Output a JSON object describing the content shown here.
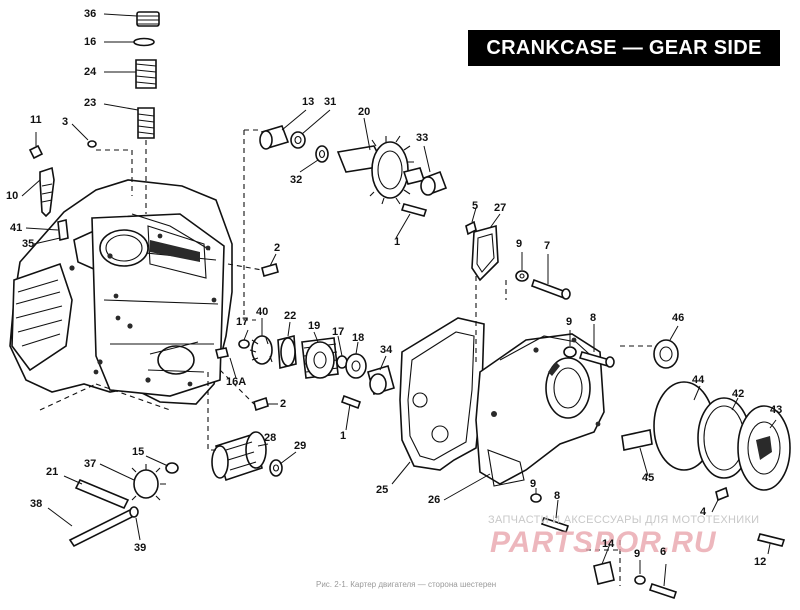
{
  "title": "CRANKCASE — GEAR SIDE",
  "watermark": {
    "subtitle": "ЗАПЧАСТИ И АКСЕССУАРЫ ДЛЯ МОТОТЕХНИКИ",
    "logo": "PARTSPOR.RU"
  },
  "caption": "Рис. 2-1. Картер двигателя — сторона шестерен",
  "callouts": [
    {
      "id": "c36",
      "text": "36"
    },
    {
      "id": "c16",
      "text": "16"
    },
    {
      "id": "c24",
      "text": "24"
    },
    {
      "id": "c23",
      "text": "23"
    },
    {
      "id": "c3",
      "text": "3"
    },
    {
      "id": "c11",
      "text": "11"
    },
    {
      "id": "c10",
      "text": "10"
    },
    {
      "id": "c41",
      "text": "41"
    },
    {
      "id": "c35",
      "text": "35"
    },
    {
      "id": "c13",
      "text": "13"
    },
    {
      "id": "c31",
      "text": "31"
    },
    {
      "id": "c32",
      "text": "32"
    },
    {
      "id": "c20",
      "text": "20"
    },
    {
      "id": "c33",
      "text": "33"
    },
    {
      "id": "c5",
      "text": "5"
    },
    {
      "id": "c27",
      "text": "27"
    },
    {
      "id": "c1a",
      "text": "1"
    },
    {
      "id": "c9a",
      "text": "9"
    },
    {
      "id": "c7",
      "text": "7"
    },
    {
      "id": "c2a",
      "text": "2"
    },
    {
      "id": "c40",
      "text": "40"
    },
    {
      "id": "c22",
      "text": "22"
    },
    {
      "id": "c19",
      "text": "19"
    },
    {
      "id": "c17a",
      "text": "17"
    },
    {
      "id": "c17b",
      "text": "17"
    },
    {
      "id": "c18",
      "text": "18"
    },
    {
      "id": "c34",
      "text": "34"
    },
    {
      "id": "c16a",
      "text": "16A"
    },
    {
      "id": "c2b",
      "text": "2"
    },
    {
      "id": "c1b",
      "text": "1"
    },
    {
      "id": "c9b",
      "text": "9"
    },
    {
      "id": "c8a",
      "text": "8"
    },
    {
      "id": "c46",
      "text": "46"
    },
    {
      "id": "c44",
      "text": "44"
    },
    {
      "id": "c42",
      "text": "42"
    },
    {
      "id": "c43",
      "text": "43"
    },
    {
      "id": "c45",
      "text": "45"
    },
    {
      "id": "c28",
      "text": "28"
    },
    {
      "id": "c29",
      "text": "29"
    },
    {
      "id": "c15",
      "text": "15"
    },
    {
      "id": "c21",
      "text": "21"
    },
    {
      "id": "c37",
      "text": "37"
    },
    {
      "id": "c38",
      "text": "38"
    },
    {
      "id": "c39",
      "text": "39"
    },
    {
      "id": "c25",
      "text": "25"
    },
    {
      "id": "c26",
      "text": "26"
    },
    {
      "id": "c9c",
      "text": "9"
    },
    {
      "id": "c8b",
      "text": "8"
    },
    {
      "id": "c4",
      "text": "4"
    },
    {
      "id": "c14",
      "text": "14"
    },
    {
      "id": "c9d",
      "text": "9"
    },
    {
      "id": "c6",
      "text": "6"
    },
    {
      "id": "c12",
      "text": "12"
    }
  ]
}
